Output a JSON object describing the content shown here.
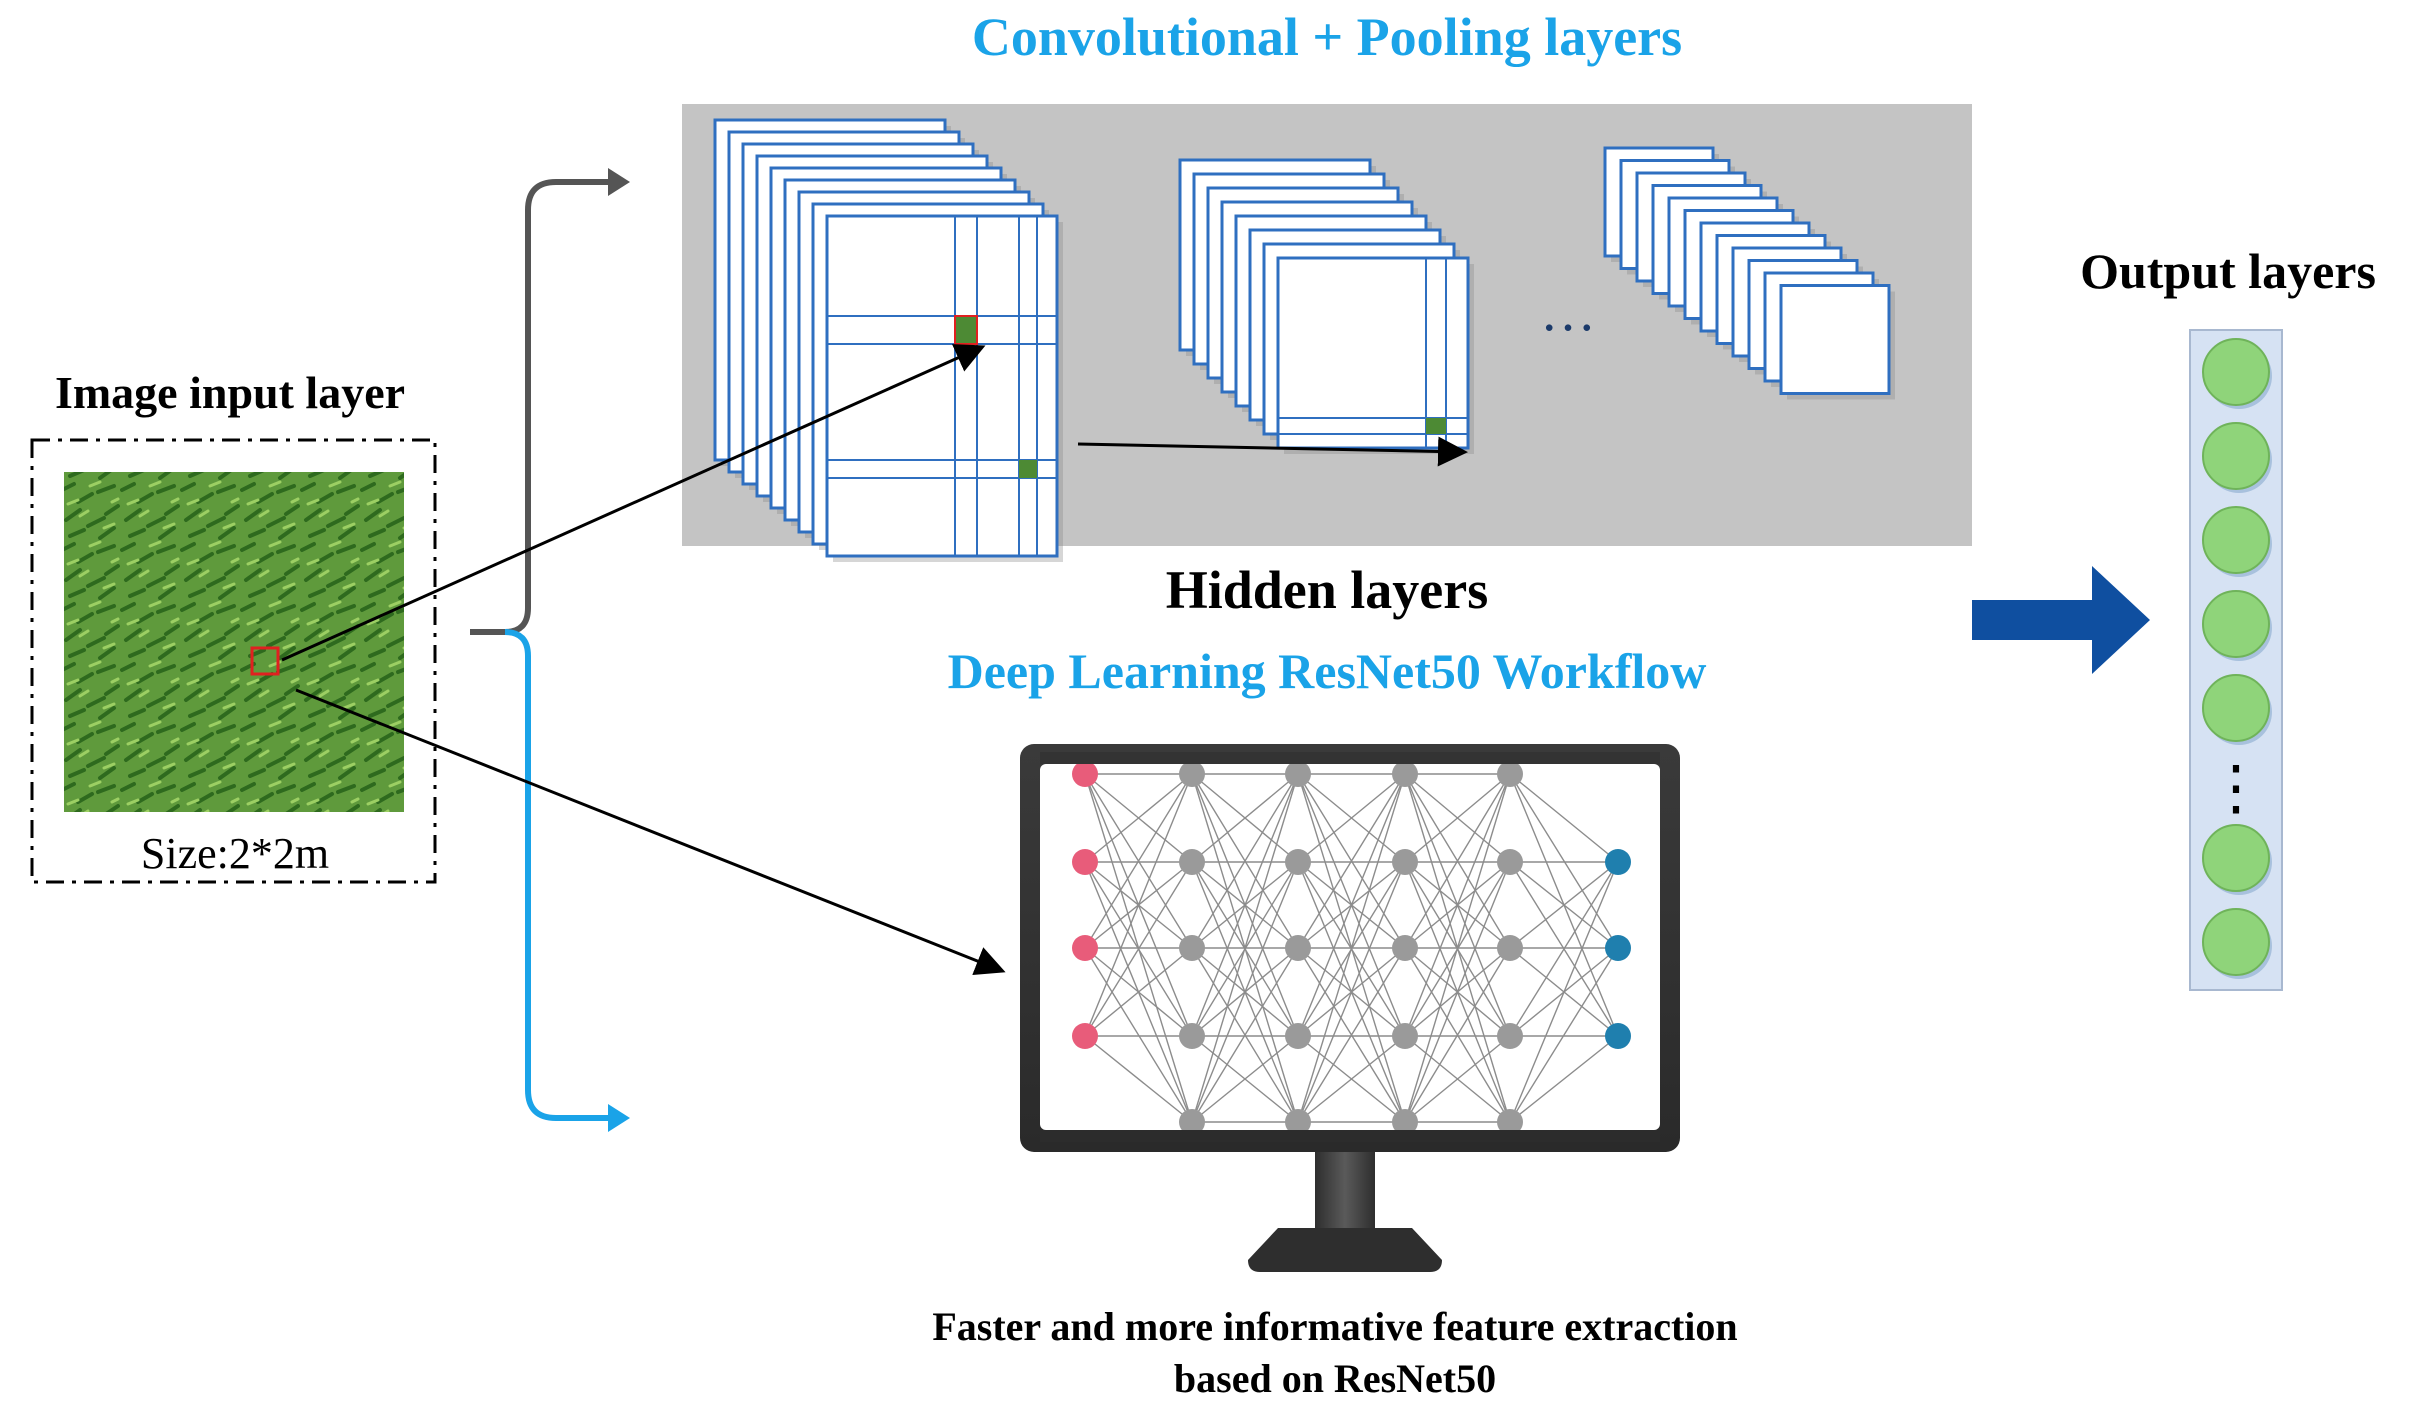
{
  "input": {
    "title": "Image input layer",
    "size_label": "Size:2*2m"
  },
  "conv": {
    "title": "Convolutional + Pooling layers",
    "ellipsis": "…"
  },
  "hidden": {
    "title": "Hidden layers"
  },
  "workflow": {
    "title": "Deep Learning ResNet50 Workflow",
    "caption_line1": "Faster and more informative feature extraction",
    "caption_line2": "based on ResNet50"
  },
  "output": {
    "title": "Output layers",
    "node_count_top": 5,
    "node_count_bottom": 2,
    "ellipsis": "⋮"
  },
  "colors": {
    "accent_blue": "#1aa3e8",
    "arrow_dark_blue": "#0f4fa0",
    "panel_gray": "#c4c4c4",
    "map_border": "#2f6fc0",
    "output_node": "#8fd47a",
    "output_column": "#d6e2f3",
    "input_node": "#e85c7a",
    "hidden_node": "#9a9a9a",
    "output_nn_node": "#1f7fae",
    "grass": "#4d8a34"
  },
  "icons": {
    "grass_image": "grass-field-photo",
    "monitor": "monitor-icon",
    "neural_net": "neural-network-icon"
  }
}
